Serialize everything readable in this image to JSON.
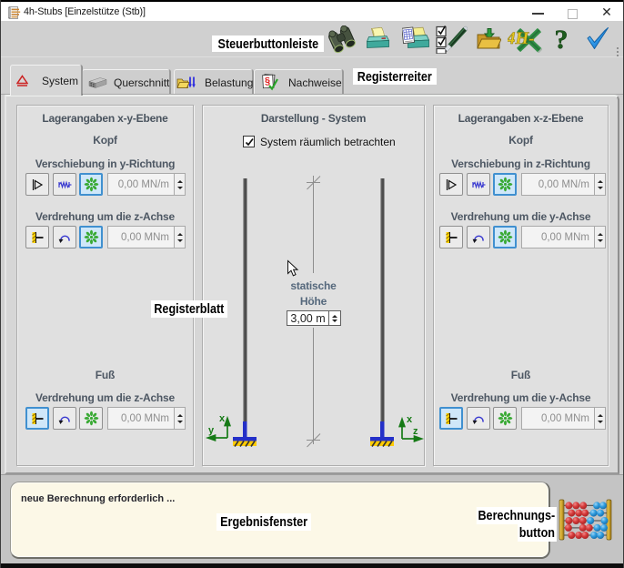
{
  "titlebar": {
    "title": "4h-Stubs [Einzelstütze (Stb)]"
  },
  "annotations": {
    "toolbar": "Steuerbuttonleiste",
    "tabs": "Registerreiter",
    "page": "Registerblatt",
    "results": "Ergebnisfenster",
    "calc_line1": "Berechnungs-",
    "calc_line2": "button"
  },
  "toolbar": {
    "icons": [
      "binoculars-icon",
      "print-icon",
      "print-list-icon",
      "checklist-pen-icon",
      "folder-import-icon",
      "4h-transfer-icon",
      "help-icon",
      "confirm-icon"
    ],
    "logo_text": "4H-",
    "help_glyph": "?",
    "paragraph_glyph": "§"
  },
  "tabs": {
    "system": "System",
    "querschnitt": "Querschnitt",
    "belastung": "Belastung",
    "nachweise": "Nachweise"
  },
  "panel_xy": {
    "title": "Lagerangaben x-y-Ebene",
    "head_heading": "Kopf",
    "row1_label": "Verschiebung in y-Richtung",
    "row1_value": "0,00 MN/m",
    "row2_label": "Verdrehung um die z-Achse",
    "row2_value": "0,00 MNm",
    "foot_heading": "Fuß",
    "row3_label": "Verdrehung um die z-Achse",
    "row3_value": "0,00 MNm"
  },
  "panel_system": {
    "title": "Darstellung - System",
    "checkbox_label": "System räumlich betrachten",
    "checkbox_checked": true,
    "height_label1": "statische",
    "height_label2": "Höhe",
    "height_value": "3,00 m",
    "axis_left_v": "x",
    "axis_left_h": "y",
    "axis_right_v": "x",
    "axis_right_h": "z"
  },
  "panel_xz": {
    "title": "Lagerangaben x-z-Ebene",
    "head_heading": "Kopf",
    "row1_label": "Verschiebung in z-Richtung",
    "row1_value": "0,00 MN/m",
    "row2_label": "Verdrehung um die y-Achse",
    "row2_value": "0,00 MNm",
    "foot_heading": "Fuß",
    "row3_label": "Verdrehung um die y-Achse",
    "row3_value": "0,00 MNm"
  },
  "results": {
    "message": "neue Berechnung erforderlich ..."
  },
  "colors": {
    "selected_bg": "#cfe7f9",
    "selected_border": "#4090d0",
    "free_green": "#3aaa35",
    "support_blue": "#2430c8",
    "ground_yellow": "#ffcc00",
    "axis_green": "#167a16"
  }
}
